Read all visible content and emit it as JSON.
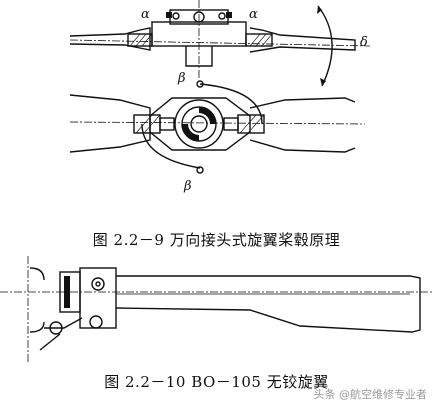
{
  "figure1": {
    "caption": "图 2.2－9  万向接头式旋翼桨毂原理",
    "labels": {
      "alpha_left": "α",
      "alpha_right": "α",
      "delta": "δ",
      "beta_top": "β",
      "beta_bottom": "β"
    }
  },
  "figure2": {
    "caption": "图 2.2－10  BO－105 无铰旋翼"
  },
  "watermark": "头条 @航空维修专业者"
}
